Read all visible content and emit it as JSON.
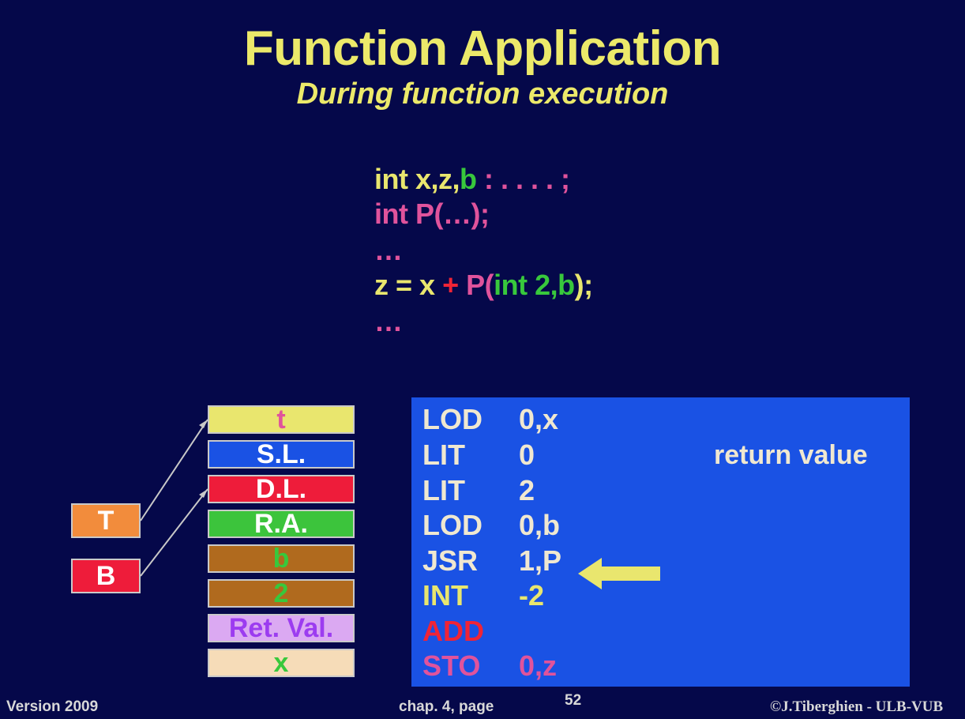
{
  "title": "Function Application",
  "subtitle": "During function execution",
  "code": {
    "line1": {
      "a": "int x,z,",
      "b": "b",
      "c": " : . . . . ;"
    },
    "line2": "int P(…);",
    "line3": "…",
    "line4": {
      "a": "z = x ",
      "b": "+",
      "c": " P(",
      "d": "int 2,b",
      "e": ");"
    },
    "line5": "…"
  },
  "stack": [
    "t",
    "S.L.",
    "D.L.",
    "R.A.",
    "b",
    "2",
    "Ret. Val.",
    "x"
  ],
  "pointers": {
    "T": "T",
    "B": "B"
  },
  "instructions": [
    {
      "op": "LOD",
      "arg": "0,x"
    },
    {
      "op": "LIT",
      "arg": "0"
    },
    {
      "op": "LIT",
      "arg": "2"
    },
    {
      "op": "LOD",
      "arg": "0,b"
    },
    {
      "op": "JSR",
      "arg": "1,P"
    },
    {
      "op": "INT",
      "arg": "-2"
    },
    {
      "op": "ADD",
      "arg": ""
    },
    {
      "op": "STO",
      "arg": "0,z"
    }
  ],
  "return_value_note": "return value",
  "footer": {
    "version": "Version 2009",
    "chapter": "chap. 4, page",
    "page": "52",
    "copyright": "©J.Tiberghien - ULB-VUB"
  },
  "colors": {
    "background": "#05084a",
    "title": "#ece96a",
    "code_panel": "#1a52e4"
  }
}
